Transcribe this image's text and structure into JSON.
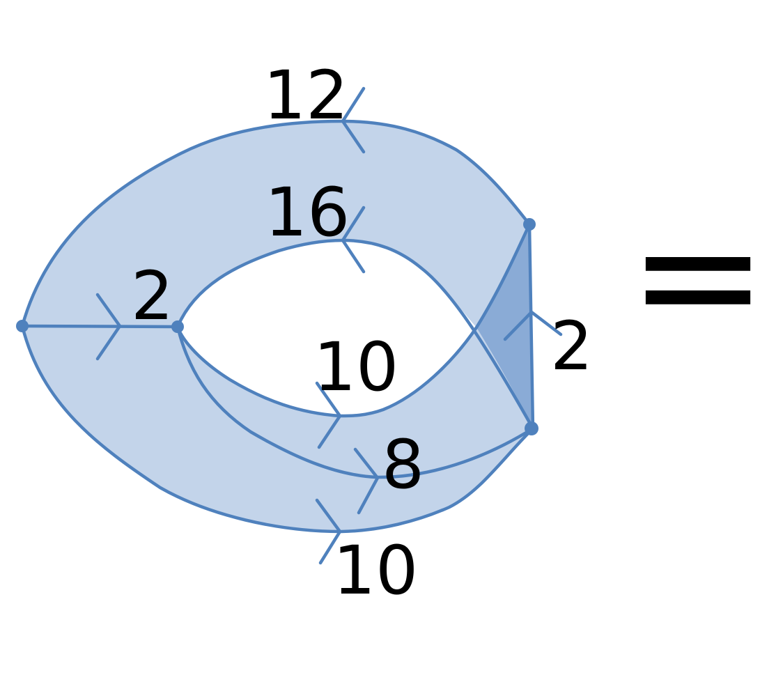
{
  "colors": {
    "stroke": "#4f81bd",
    "fill_light": "#c3d4ea",
    "fill_dark": "#8aabd6",
    "hole": "#ffffff",
    "text": "#000000"
  },
  "labels": {
    "outer_top": "12",
    "inner_top": "16",
    "left_edge": "2",
    "inner_bottom": "10",
    "middle_bottom": "8",
    "outer_bottom": "10",
    "right_edge": "2"
  },
  "equals_sign": "="
}
